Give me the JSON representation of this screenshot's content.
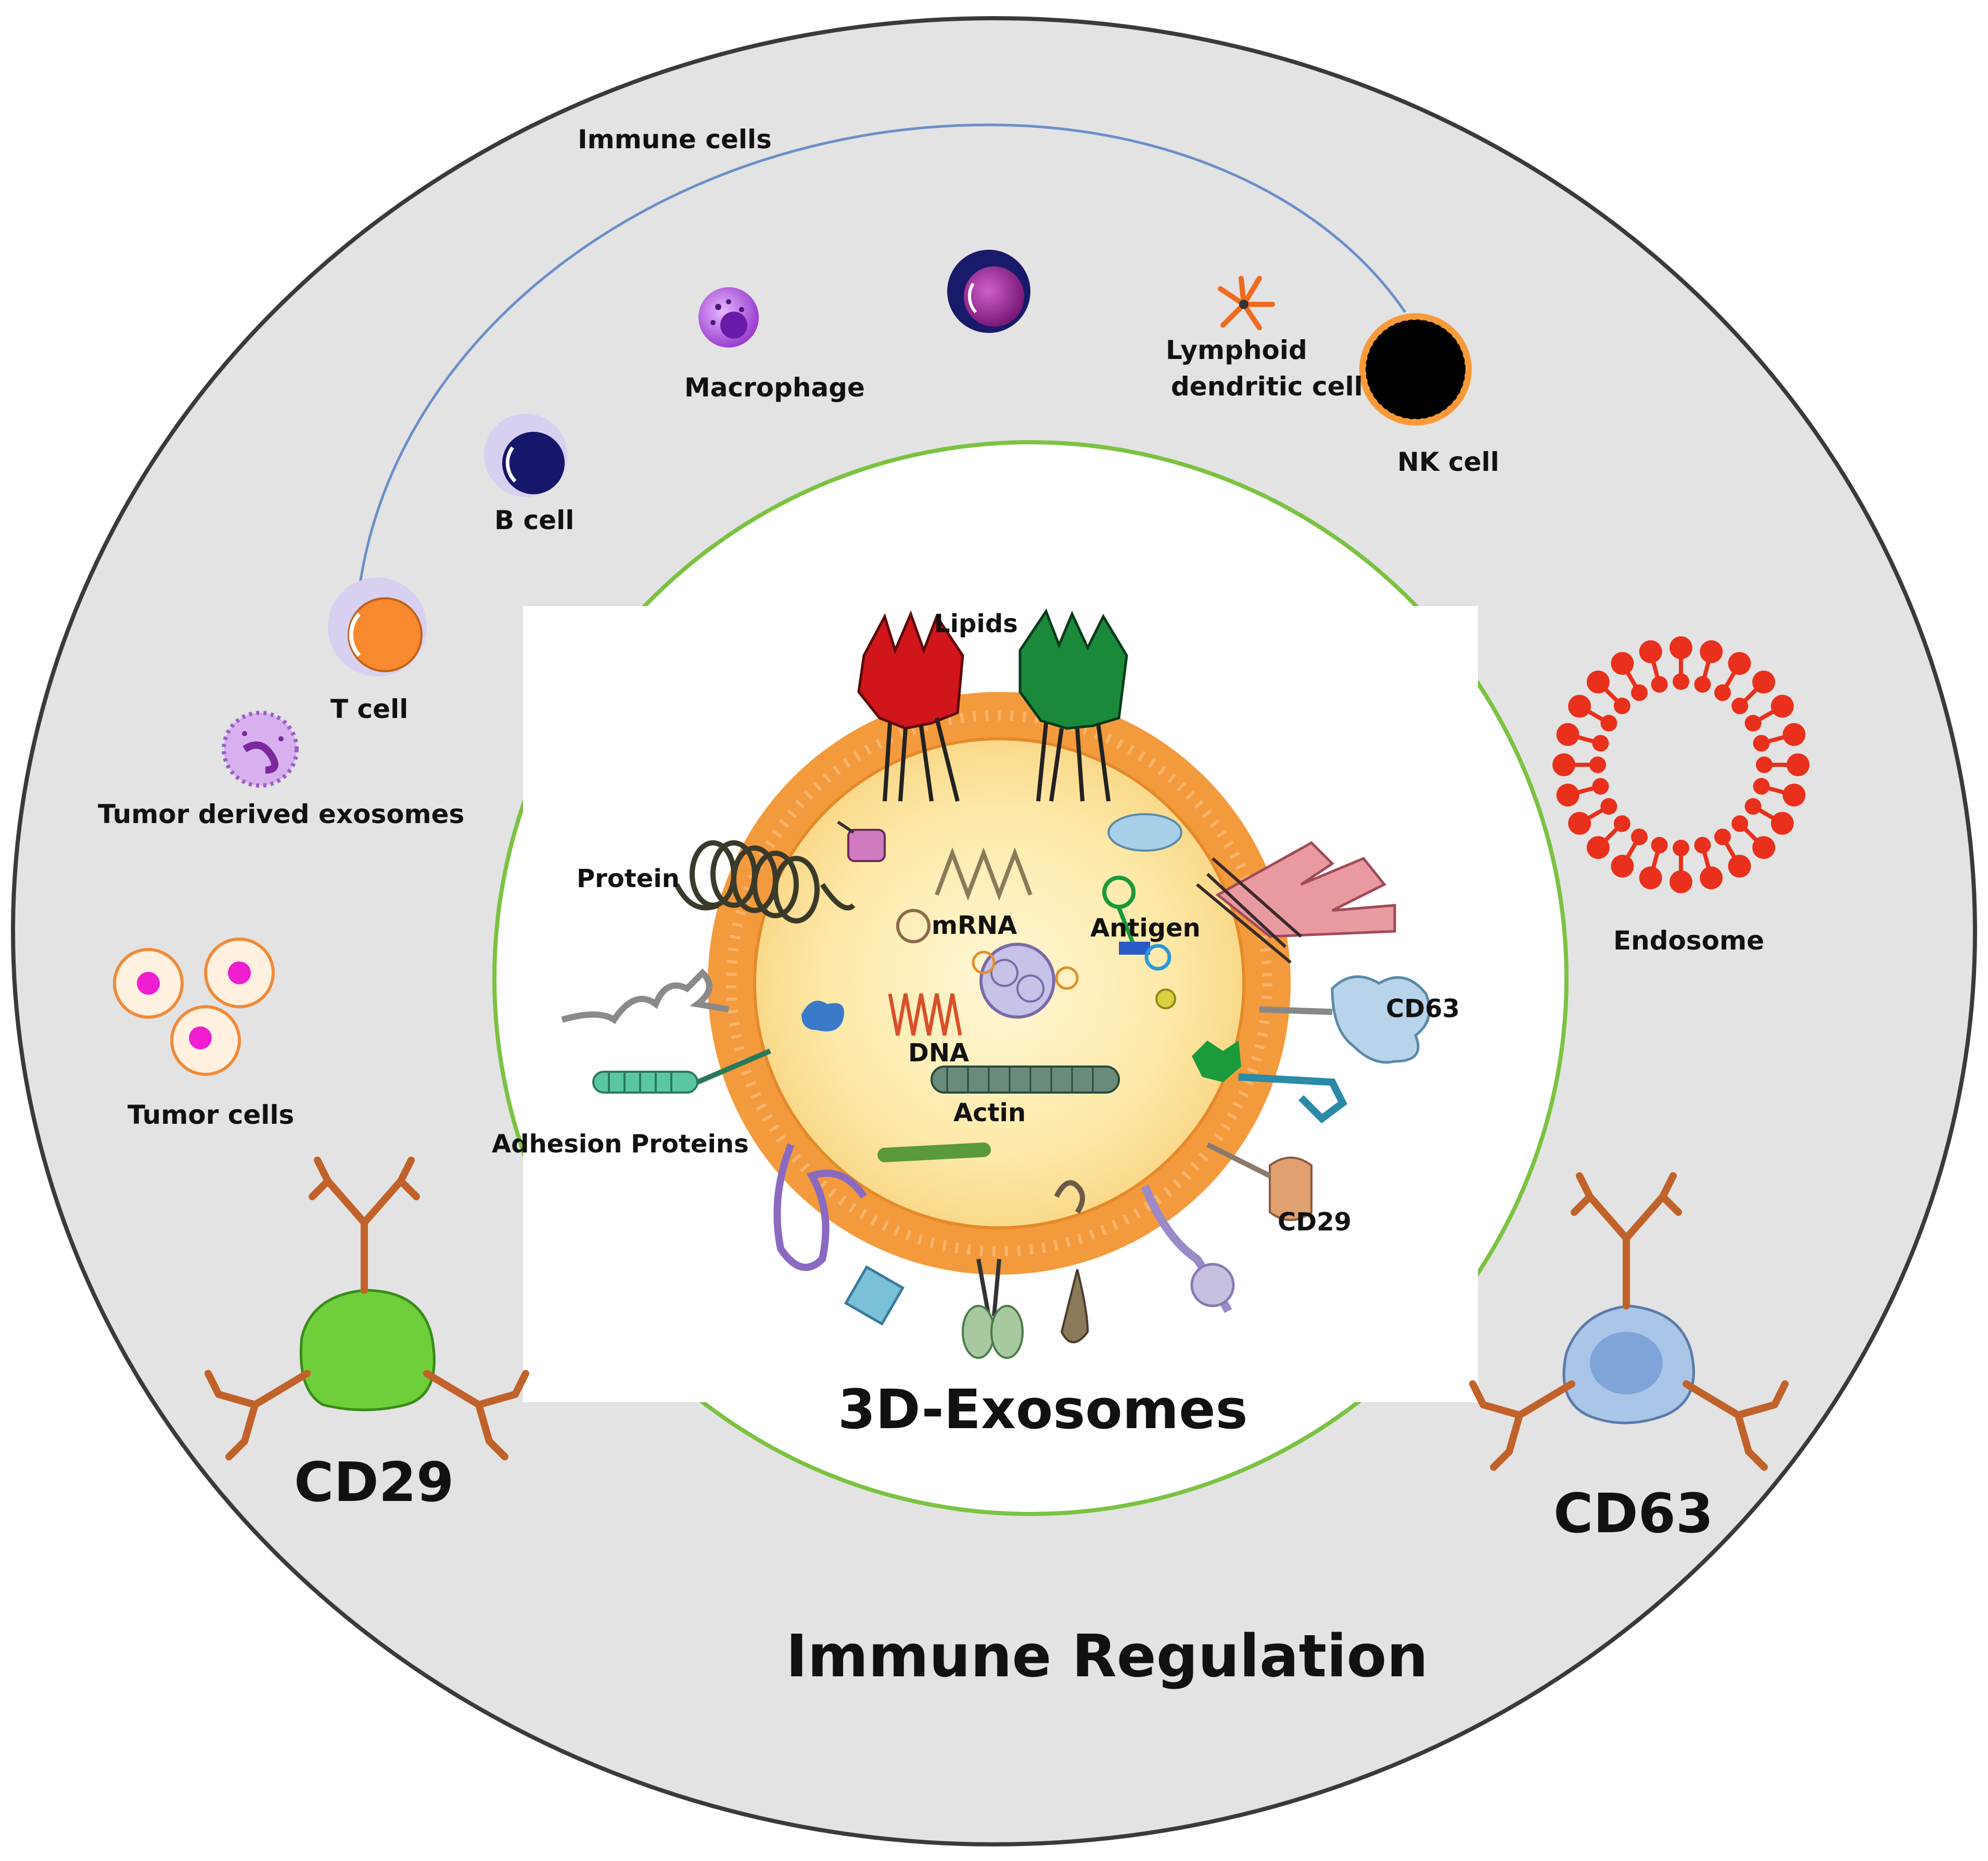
{
  "labels": {
    "immune_cells": "Immune cells",
    "macrophage": "Macrophage",
    "lymphoid_dendritic_line1": "Lymphoid",
    "lymphoid_dendritic_line2": "dendritic cell",
    "nk_cell": "NK cell",
    "b_cell": "B cell",
    "t_cell": "T cell",
    "tumor_derived_exosomes": "Tumor derived exosomes",
    "tumor_cells": "Tumor cells",
    "endosome": "Endosome",
    "lipids": "Lipids",
    "protein": "Protein",
    "mrna": "mRNA",
    "antigen": "Antigen",
    "cd63_inner": "CD63",
    "dna": "DNA",
    "actin": "Actin",
    "adhesion_proteins": "Adhesion Proteins",
    "cd29_inner": "CD29",
    "exosome_title": "3D-Exosomes",
    "cd29_big": "CD29",
    "cd63_big": "CD63",
    "bottom_title": "Immune Regulation"
  },
  "colors": {
    "outer_disk": "#e3e3e3",
    "outer_ring": "#3a3a3a",
    "inner_ring": "#7cc242",
    "arc_line": "#6a8fc8",
    "membrane": "#f39a3c",
    "lumen": "#fde9a8",
    "antibody": "#c0622a",
    "cd29_cell": "#6fcf3a",
    "cd63_cell": "#a9c6e8",
    "endosome": "#e8301c",
    "t_cell": "#f7892e",
    "b_cell": "#16166b",
    "nk_cell": "#000000",
    "tumor_nucleus": "#f01ed0"
  },
  "icons": [
    "t-cell-icon",
    "b-cell-icon",
    "macrophage-icon",
    "monocyte-icon",
    "dendritic-cell-icon",
    "nk-cell-icon",
    "tumor-exosome-icon",
    "tumor-cells-icon",
    "endosome-icon",
    "cd29-cell-icon",
    "cd63-cell-icon",
    "exosome-icon"
  ]
}
